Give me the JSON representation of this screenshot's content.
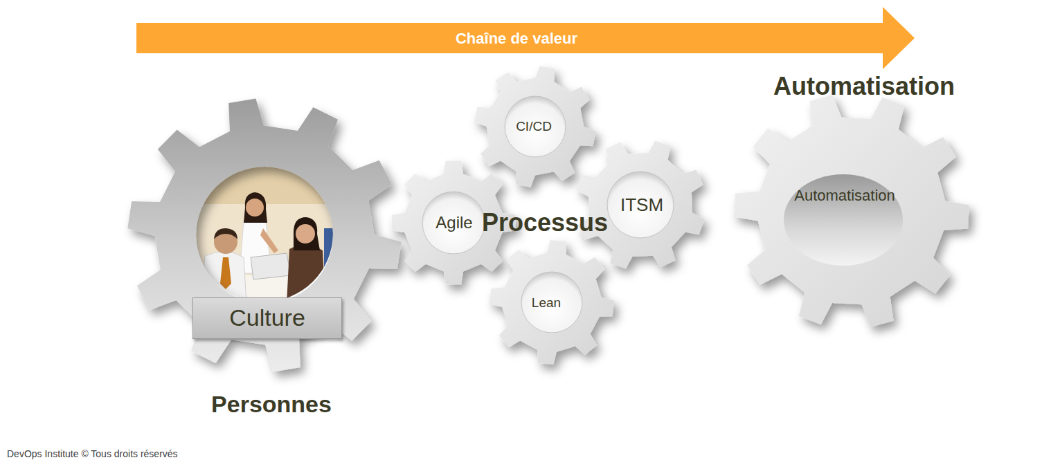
{
  "diagram": {
    "nodes": [
      {
        "text": [
          "Chaîne de valeur"
        ]
      },
      {
        "text": [
          "Personnes"
        ]
      },
      {
        "text": [
          "Culture"
        ],
        "in": 1
      },
      {
        "text": [
          "CI/CD"
        ]
      },
      {
        "text": [
          "Agile"
        ]
      },
      {
        "text": [
          "ITSM"
        ]
      },
      {
        "text": [
          "Lean"
        ]
      },
      {
        "text": [
          "Automatisation",
          "Automatisation"
        ]
      }
    ],
    "labels": [
      "Processus",
      "DevOps Institute © Tous droits réservés"
    ]
  }
}
